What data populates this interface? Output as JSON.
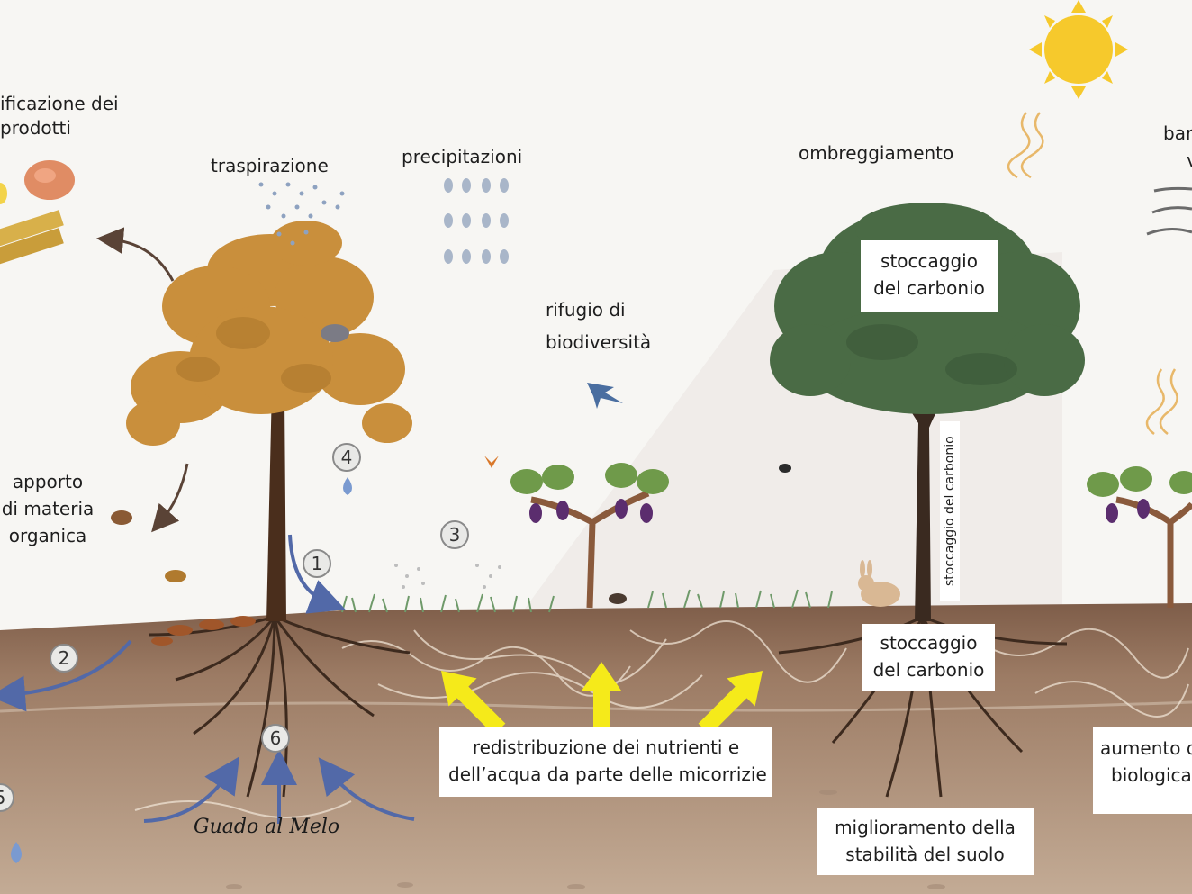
{
  "labels": {
    "valorizzazione_line1": "ificazione dei",
    "valorizzazione_line2": "prodotti",
    "traspirazione": "traspirazione",
    "precipitazioni": "precipitazioni",
    "ombreggiamento": "ombreggiamento",
    "barriera_partial": "bar",
    "barriera_partial2": "v",
    "rifugio_line1": "rifugio di",
    "rifugio_line2": "biodiversità",
    "apporto_line1": "apporto",
    "apporto_line2": "di materia",
    "apporto_line3": "organica"
  },
  "boxes": {
    "stoccaggio_chioma_line1": "stoccaggio",
    "stoccaggio_chioma_line2": "del carbonio",
    "stoccaggio_vertical": "stoccaggio del carbonio",
    "stoccaggio_radici_line1": "stoccaggio",
    "stoccaggio_radici_line2": "del carbonio",
    "redistribuzione_line1": "redistribuzione dei nutrienti e",
    "redistribuzione_line2": "dell’acqua da parte delle micorrizie",
    "miglioramento_line1": "miglioramento della",
    "miglioramento_line2": "stabilità del suolo",
    "aumento_line1": "aumento d",
    "aumento_line2": "biologica"
  },
  "markers": [
    "1",
    "2",
    "3",
    "4",
    "6",
    "5"
  ],
  "signature": "Guado al Melo",
  "colors": {
    "autumn_foliage": "#c98f3c",
    "green_foliage": "#4a6b45",
    "trunk": "#4a2e1c",
    "soil_top": "#7a5a47",
    "soil_deep": "#b89d86",
    "arrow_yellow": "#f5ea1a",
    "arrow_blue": "#5269a8",
    "sun": "#f6c92c",
    "grapes": "#5b2d6e"
  }
}
